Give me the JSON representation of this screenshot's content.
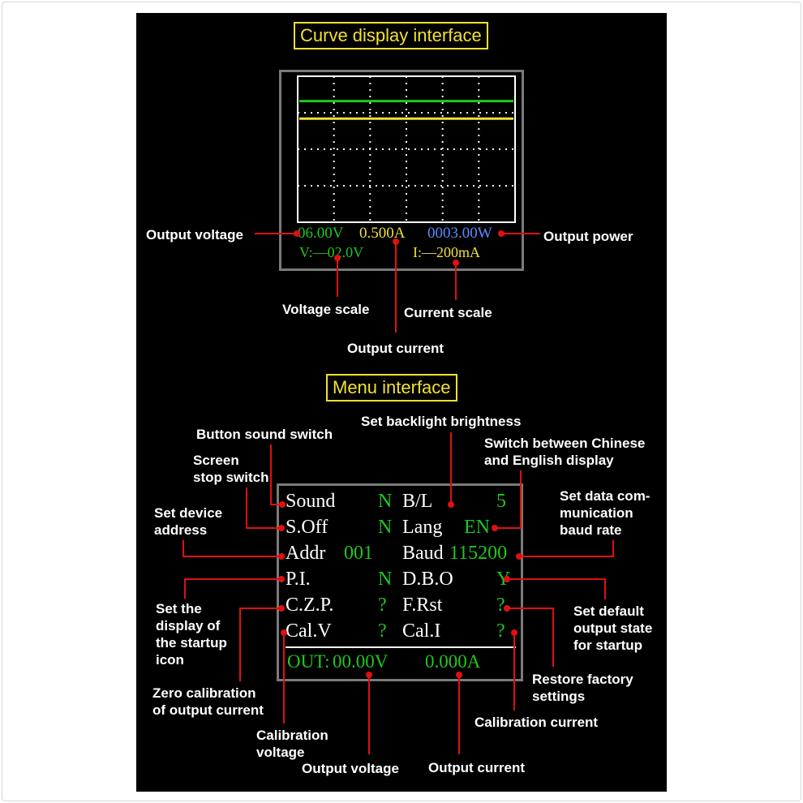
{
  "titles": {
    "curve": "Curve display interface",
    "menu": "Menu interface"
  },
  "curve": {
    "voltage": "06.00V",
    "current": "0.500A",
    "power": "0003.00W",
    "vscale": "V:—02.0V",
    "iscale": "I:—200mA",
    "voltage_trace_level": 0.17,
    "current_trace_level": 0.29
  },
  "curve_labels": {
    "output_voltage": "Output voltage",
    "output_power": "Output power",
    "voltage_scale": "Voltage scale",
    "current_scale": "Current scale",
    "output_current": "Output current"
  },
  "menu": {
    "rows": [
      {
        "left_label": "Sound",
        "left_value": "N",
        "right_label": "B/L",
        "right_value": "5"
      },
      {
        "left_label": "S.Off",
        "left_value": "N",
        "right_label": "Lang",
        "right_value": "EN"
      },
      {
        "left_label": "Addr",
        "left_value": "001",
        "right_label": "Baud",
        "right_value": "115200"
      },
      {
        "left_label": "P.I.",
        "left_value": "N",
        "right_label": "D.B.O",
        "right_value": "Y"
      },
      {
        "left_label": "C.Z.P.",
        "left_value": "?",
        "right_label": "F.Rst",
        "right_value": "?"
      },
      {
        "left_label": "Cal.V",
        "left_value": "?",
        "right_label": "Cal.I",
        "right_value": "?"
      }
    ],
    "out_label": "OUT:",
    "out_voltage": "00.00V",
    "out_current": "0.000A"
  },
  "menu_labels": {
    "button_sound": "Button sound switch",
    "backlight": "Set backlight brightness",
    "lang_1": "Switch between Chinese",
    "lang_2": "and English display",
    "screen_1": "Screen",
    "screen_2": "stop switch",
    "addr_1": "Set device",
    "addr_2": "address",
    "baud_1": "Set data com-",
    "baud_2": "munication",
    "baud_3": "baud rate",
    "startup_1": "Set the",
    "startup_2": "display of",
    "startup_3": "the startup",
    "startup_4": "icon",
    "default_1": "Set default",
    "default_2": "output state",
    "default_3": "for startup",
    "restore_1": "Restore factory",
    "restore_2": "settings",
    "zero_1": "Zero calibration",
    "zero_2": "of output current",
    "cal_current": "Calibration current",
    "calv_1": "Calibration",
    "calv_2": "voltage",
    "out_voltage": "Output voltage",
    "out_current": "Output current"
  },
  "colors": {
    "accent_title": "#f2e230",
    "lcd_green": "#1ec81e",
    "lcd_yellow": "#f0e03c",
    "lcd_blue": "#5a8cff",
    "pointer_red": "#e01010"
  }
}
